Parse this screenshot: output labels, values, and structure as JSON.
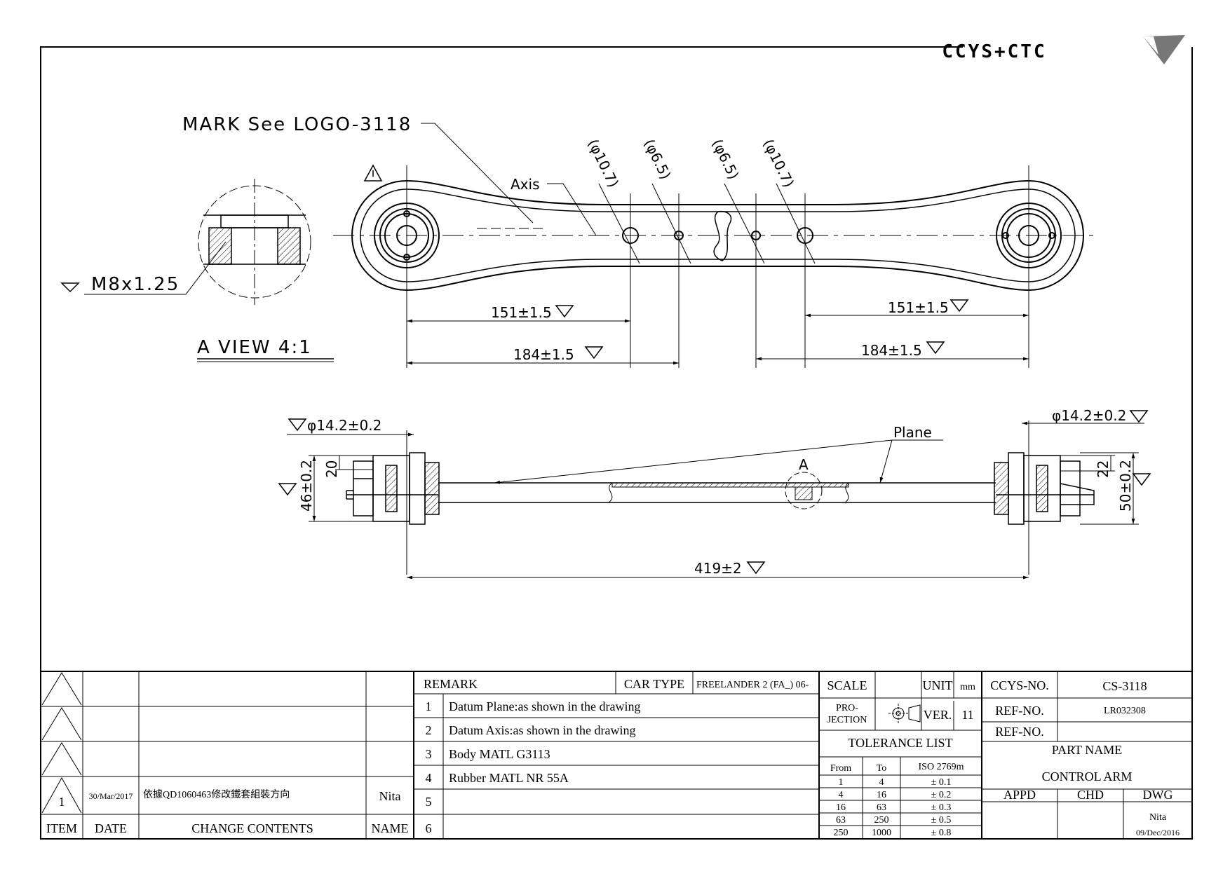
{
  "logo": {
    "text": "CCYS+CTC"
  },
  "drawing": {
    "mark_note": "MARK See LOGO-3118",
    "axis_label": "Axis",
    "plane_label": "Plane",
    "thread_spec": "M8x1.25",
    "view_label": "A VIEW 4:1",
    "section_mark": "A",
    "hole_callouts": [
      "(φ10.7)",
      "(φ6.5)",
      "(φ6.5)",
      "(φ10.7)"
    ],
    "dimensions": {
      "left_151": "151±1.5",
      "right_151": "151±1.5",
      "left_184": "184±1.5",
      "right_184": "184±1.5",
      "left_dia": "φ14.2±0.2",
      "right_dia": "φ14.2±0.2",
      "left_20": "20",
      "left_46": "46±0.2",
      "right_22": "22",
      "right_50": "50±0.2",
      "overall": "419±2"
    }
  },
  "revisions": {
    "rows": [
      {
        "rev": "",
        "date": "",
        "content": "",
        "name": ""
      },
      {
        "rev": "",
        "date": "",
        "content": "",
        "name": ""
      },
      {
        "rev": "",
        "date": "",
        "content": "",
        "name": ""
      },
      {
        "rev": "1",
        "date": "30/Mar/2017",
        "content": "依據QD1060463修改鐵套組裝方向",
        "name": "Nita"
      }
    ],
    "headers": {
      "item": "ITEM",
      "date": "DATE",
      "contents": "CHANGE CONTENTS",
      "name": "NAME"
    }
  },
  "remarks": {
    "title": "REMARK",
    "car_type_label": "CAR TYPE",
    "car_type_value": "FREELANDER 2 (FA_) 06-",
    "items": [
      {
        "no": "1",
        "text": "Datum Plane:as shown in the drawing"
      },
      {
        "no": "2",
        "text": "Datum Axis:as shown in the drawing"
      },
      {
        "no": "3",
        "text": "Body MATL G3113"
      },
      {
        "no": "4",
        "text": "Rubber MATL NR 55A"
      },
      {
        "no": "5",
        "text": ""
      },
      {
        "no": "6",
        "text": ""
      }
    ]
  },
  "scale_block": {
    "scale_label": "SCALE",
    "scale_value": "",
    "unit_label": "UNIT",
    "unit_value": "mm",
    "projection_label": "PRO-\nJECTION",
    "projection_line1": "PRO-",
    "projection_line2": "JECTION",
    "ver_label": "VER.",
    "ver_value": "11"
  },
  "tolerance": {
    "title": "TOLERANCE LIST",
    "headers": {
      "from": "From",
      "to": "To",
      "std": "ISO 2769m"
    },
    "rows": [
      {
        "from": "1",
        "to": "4",
        "tol": "± 0.1"
      },
      {
        "from": "4",
        "to": "16",
        "tol": "± 0.2"
      },
      {
        "from": "16",
        "to": "63",
        "tol": "± 0.3"
      },
      {
        "from": "63",
        "to": "250",
        "tol": "± 0.5"
      },
      {
        "from": "250",
        "to": "1000",
        "tol": "± 0.8"
      }
    ]
  },
  "title_block": {
    "ccys_no_label": "CCYS-NO.",
    "ccys_no_value": "CS-3118",
    "ref_no_label_1": "REF-NO.",
    "ref_no_value_1": "LR032308",
    "ref_no_label_2": "REF-NO.",
    "ref_no_value_2": "",
    "part_name_label": "PART NAME",
    "part_name_value": "CONTROL ARM",
    "appd_label": "APPD",
    "chd_label": "CHD",
    "dwg_label": "DWG",
    "appd_value": "",
    "chd_value": "",
    "dwg_value": "Nita",
    "dwg_date": "09/Dec/2016"
  }
}
